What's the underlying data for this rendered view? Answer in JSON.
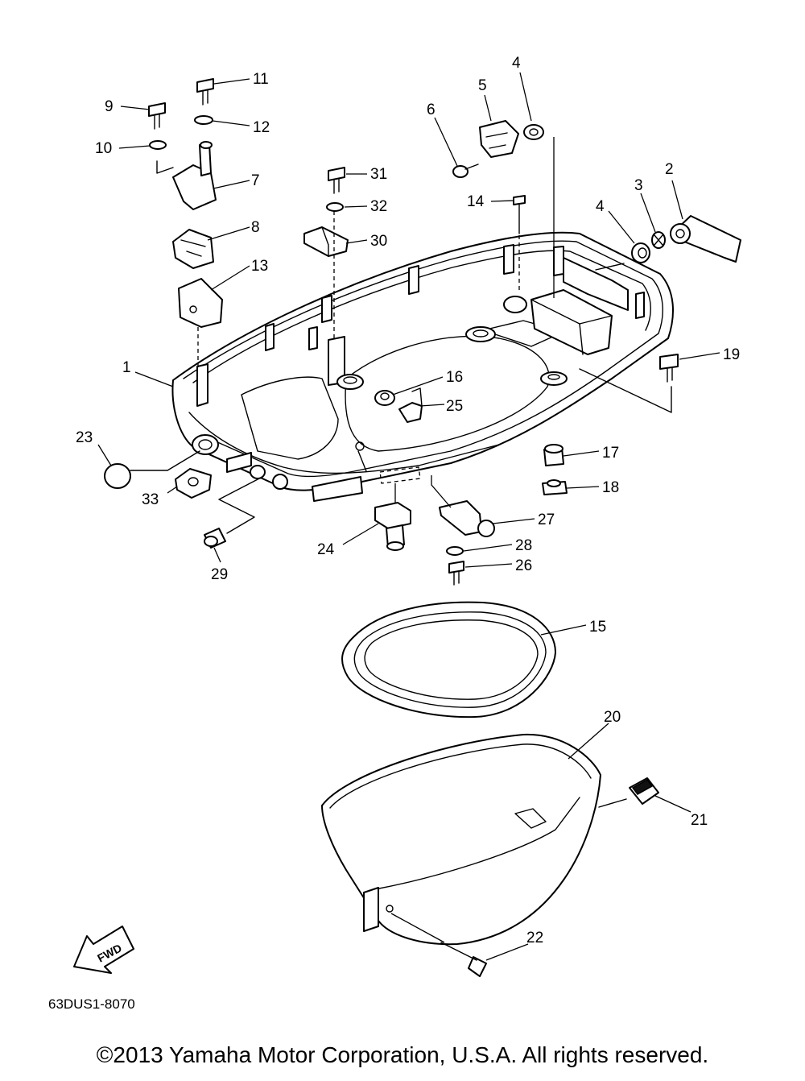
{
  "diagram": {
    "part_numbers": [
      "1",
      "2",
      "3",
      "4",
      "4",
      "5",
      "6",
      "7",
      "8",
      "9",
      "10",
      "11",
      "12",
      "13",
      "14",
      "15",
      "16",
      "17",
      "18",
      "19",
      "20",
      "21",
      "22",
      "23",
      "24",
      "25",
      "26",
      "27",
      "28",
      "29",
      "30",
      "31",
      "32",
      "33"
    ],
    "fwd_label": "FWD",
    "code": "63DUS1-8070"
  },
  "footer": {
    "copyright": "©2013 Yamaha Motor Corporation, U.S.A. All rights reserved."
  }
}
